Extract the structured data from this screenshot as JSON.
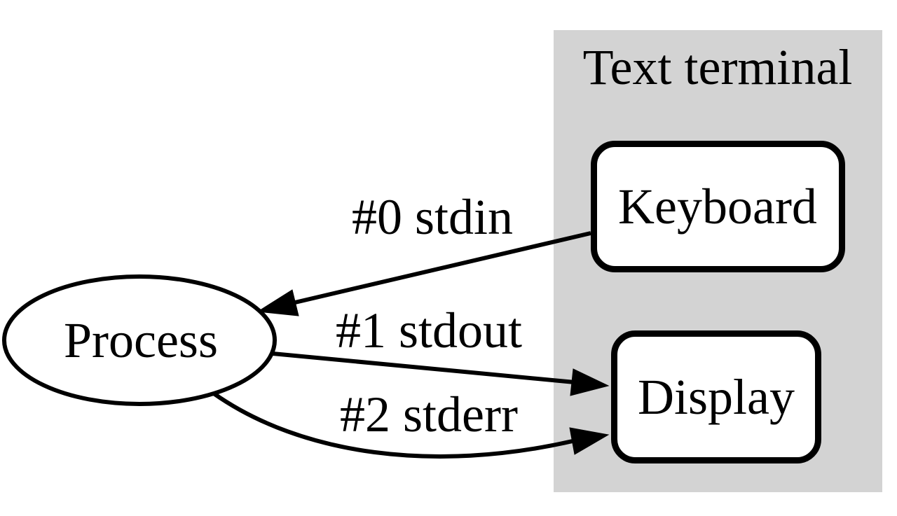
{
  "diagram": {
    "group": {
      "label": "Text terminal",
      "fill": "#d3d3d3"
    },
    "nodes": {
      "process": {
        "label": "Process",
        "shape": "ellipse",
        "fill": "#ffffff",
        "stroke": "#000000"
      },
      "keyboard": {
        "label": "Keyboard",
        "shape": "rounded-rect",
        "fill": "#ffffff",
        "stroke": "#000000"
      },
      "display": {
        "label": "Display",
        "shape": "rounded-rect",
        "fill": "#ffffff",
        "stroke": "#000000"
      }
    },
    "edges": {
      "stdin": {
        "label": "#0 stdin",
        "from": "keyboard",
        "to": "process"
      },
      "stdout": {
        "label": "#1 stdout",
        "from": "process",
        "to": "display"
      },
      "stderr": {
        "label": "#2 stderr",
        "from": "process",
        "to": "display"
      }
    },
    "colors": {
      "background": "#ffffff",
      "line": "#000000",
      "group_background": "#d3d3d3"
    }
  }
}
